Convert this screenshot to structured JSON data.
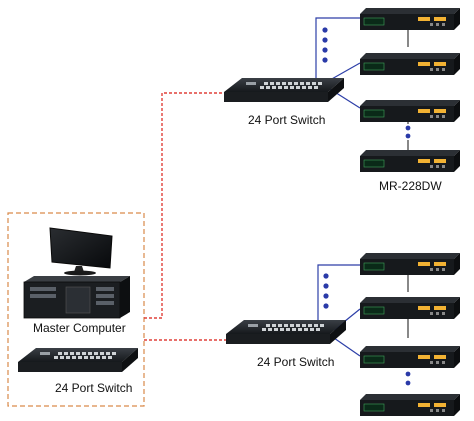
{
  "labels": {
    "top_switch": "24 Port Switch",
    "controller_group": "MR-228DW",
    "master_computer": "Master Computer",
    "local_switch": "24 Port Switch",
    "bottom_switch": "24 Port Switch"
  },
  "colors": {
    "link_red": "#e0403a",
    "link_blue": "#2d3fa8",
    "group_border": "#d98a4a",
    "device_dark": "#1f2226",
    "controller_text": "#f2b233"
  },
  "icons": [
    "monitor-icon",
    "server-icon",
    "switch-icon",
    "controller-icon"
  ]
}
